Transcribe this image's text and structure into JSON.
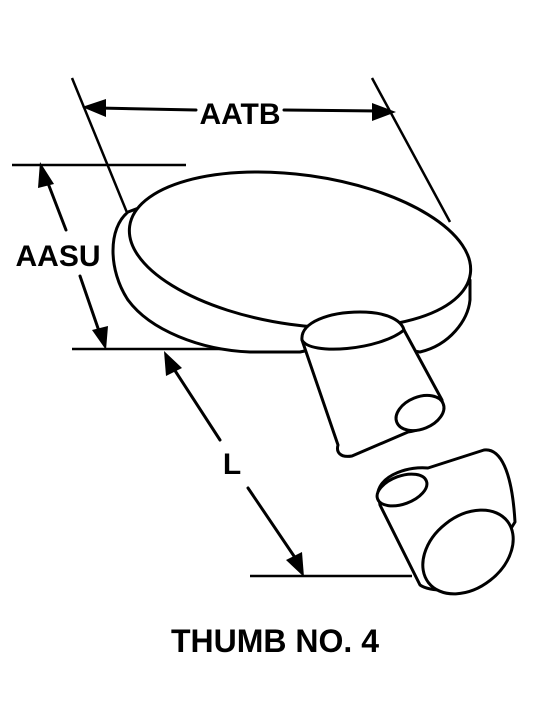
{
  "labels": {
    "width_dim": "AATB",
    "thickness_dim": "AASU",
    "length_dim": "L"
  },
  "caption": "THUMB NO. 4"
}
